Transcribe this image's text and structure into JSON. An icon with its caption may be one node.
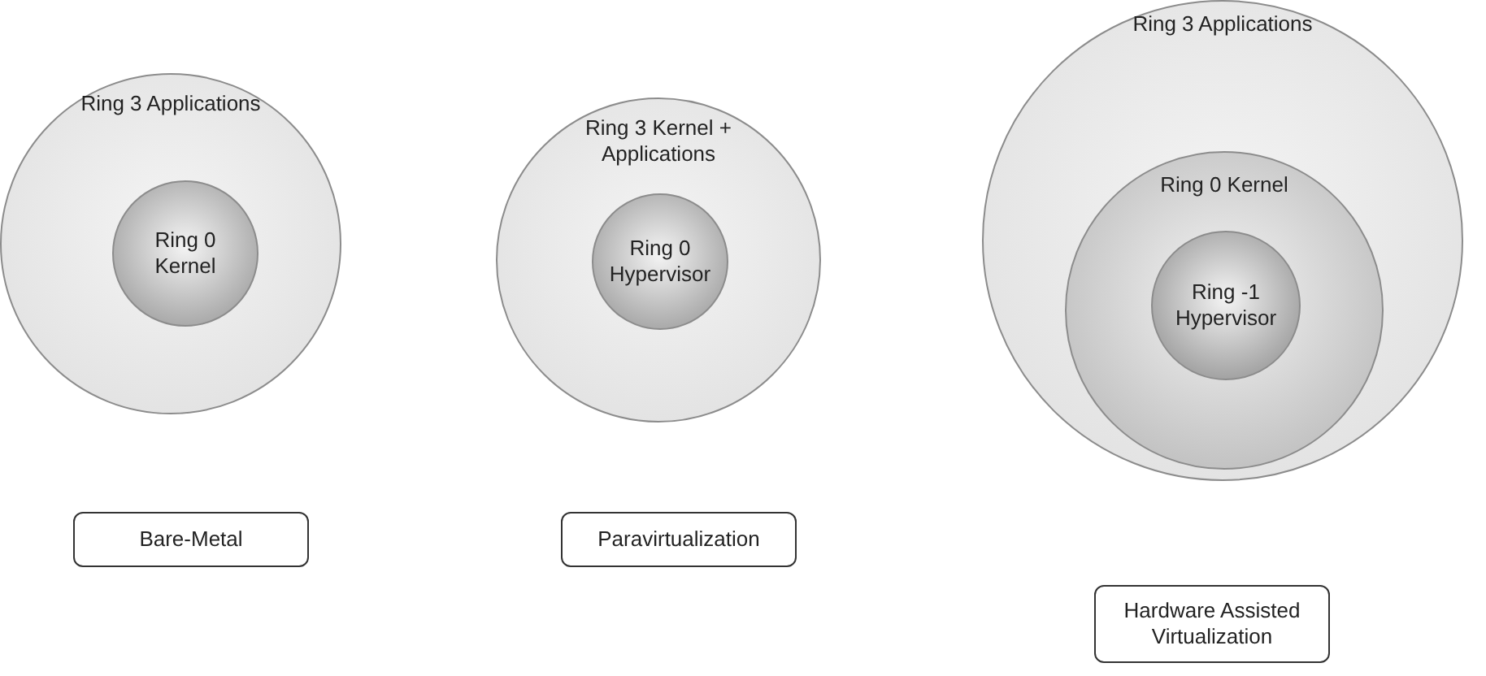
{
  "diagram": {
    "nodes": [
      {
        "text": [
          "Ring 3 Applications"
        ]
      },
      {
        "text": [
          "Ring 0 Kernel"
        ],
        "in": 0
      },
      {
        "text": [
          "Bare-Metal"
        ]
      },
      {
        "text": [
          "Ring 3 Kernel + Applications"
        ]
      },
      {
        "text": [
          "Ring 0 Hypervisor"
        ],
        "in": 3
      },
      {
        "text": [
          "Paravirtualization"
        ]
      },
      {
        "text": [
          "Ring 3 Applications"
        ]
      },
      {
        "text": [
          "Ring 0 Kernel"
        ],
        "in": 6
      },
      {
        "text": [
          "Ring -1 Hypervisor"
        ],
        "in": 7
      },
      {
        "text": [
          "Hardware Assisted Virtualization"
        ]
      }
    ],
    "edges": []
  }
}
